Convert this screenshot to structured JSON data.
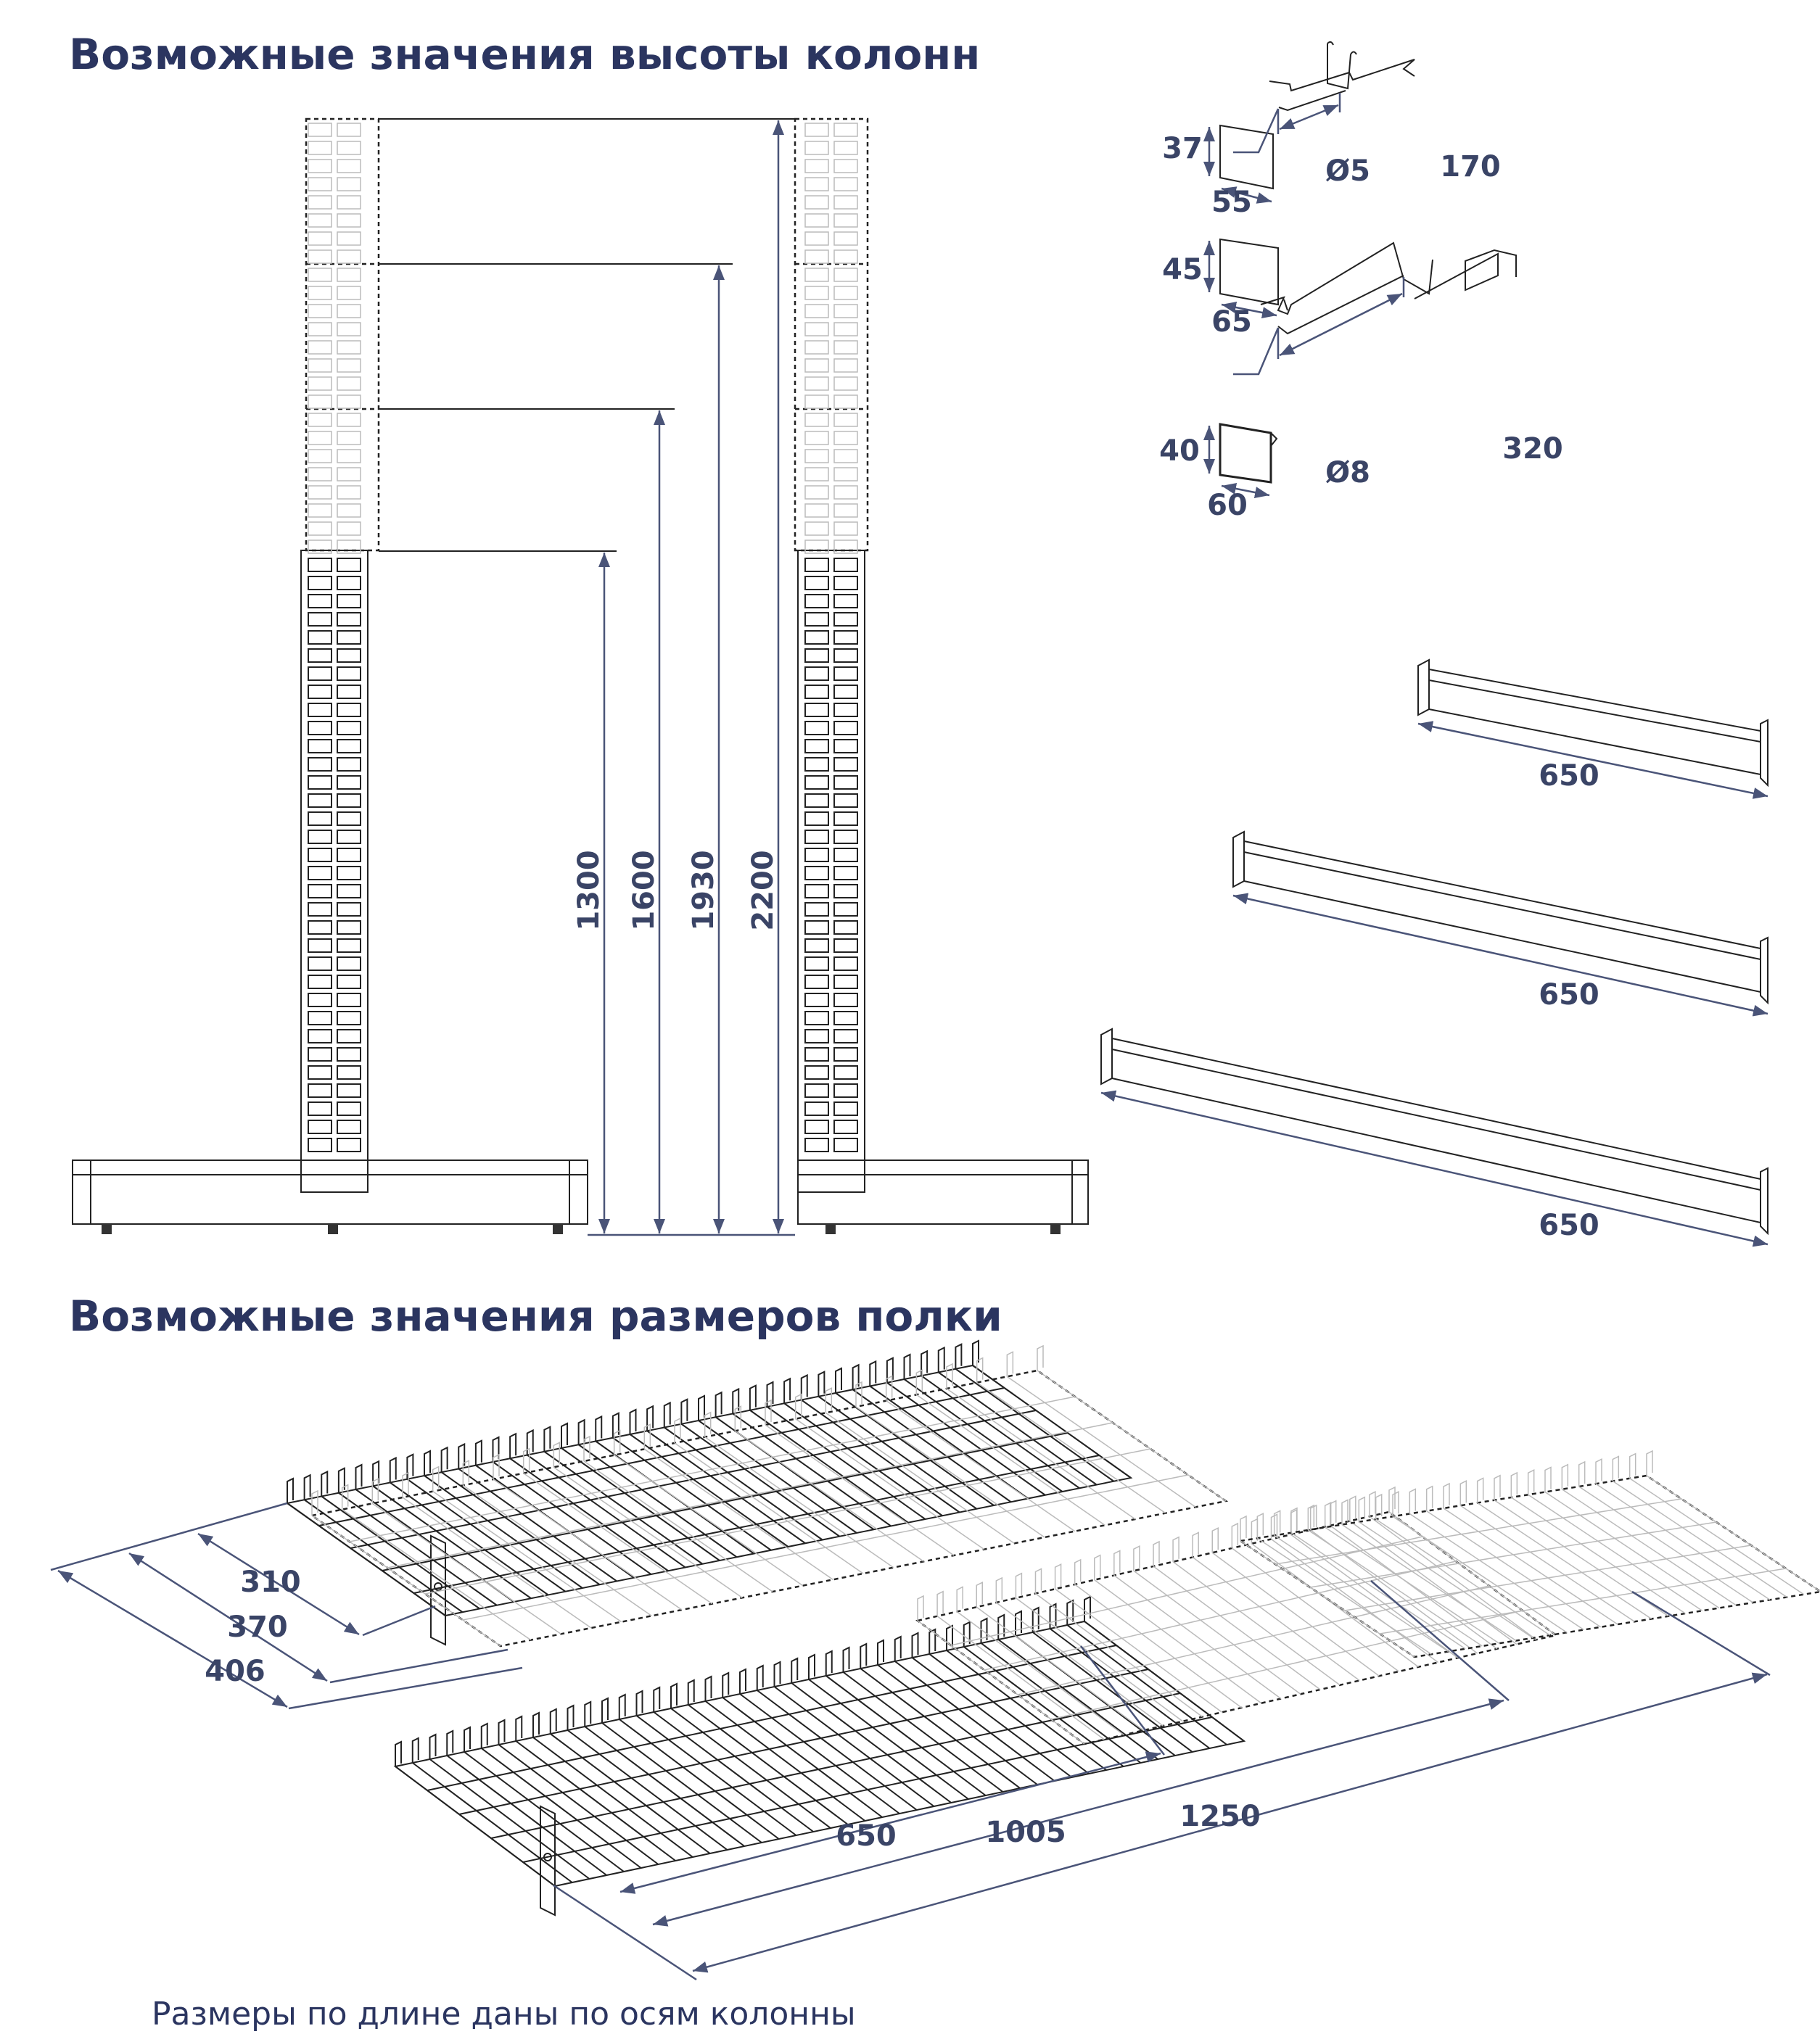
{
  "titles": {
    "column_heights": "Возможные значения высоты колонн",
    "shelf_sizes": "Возможные значения размеров полки"
  },
  "column_heights": [
    "1300",
    "1600",
    "1930",
    "2200"
  ],
  "price_holders": [
    {
      "height": "37",
      "width": "55"
    },
    {
      "height": "45",
      "width": "65"
    },
    {
      "height": "40",
      "width": "60"
    }
  ],
  "hooks": [
    {
      "diameter": "Ø5",
      "length": "170"
    },
    {
      "diameter": "Ø8",
      "length": "320"
    }
  ],
  "bars": [
    "650",
    "650",
    "650"
  ],
  "shelf_depths": [
    "310",
    "370",
    "406"
  ],
  "shelf_lengths": [
    "650",
    "1005",
    "1250"
  ],
  "footnote": "Размеры по длине даны по осям колонны",
  "colors": {
    "text": "#2b3560",
    "dimension": "#4a5478"
  }
}
